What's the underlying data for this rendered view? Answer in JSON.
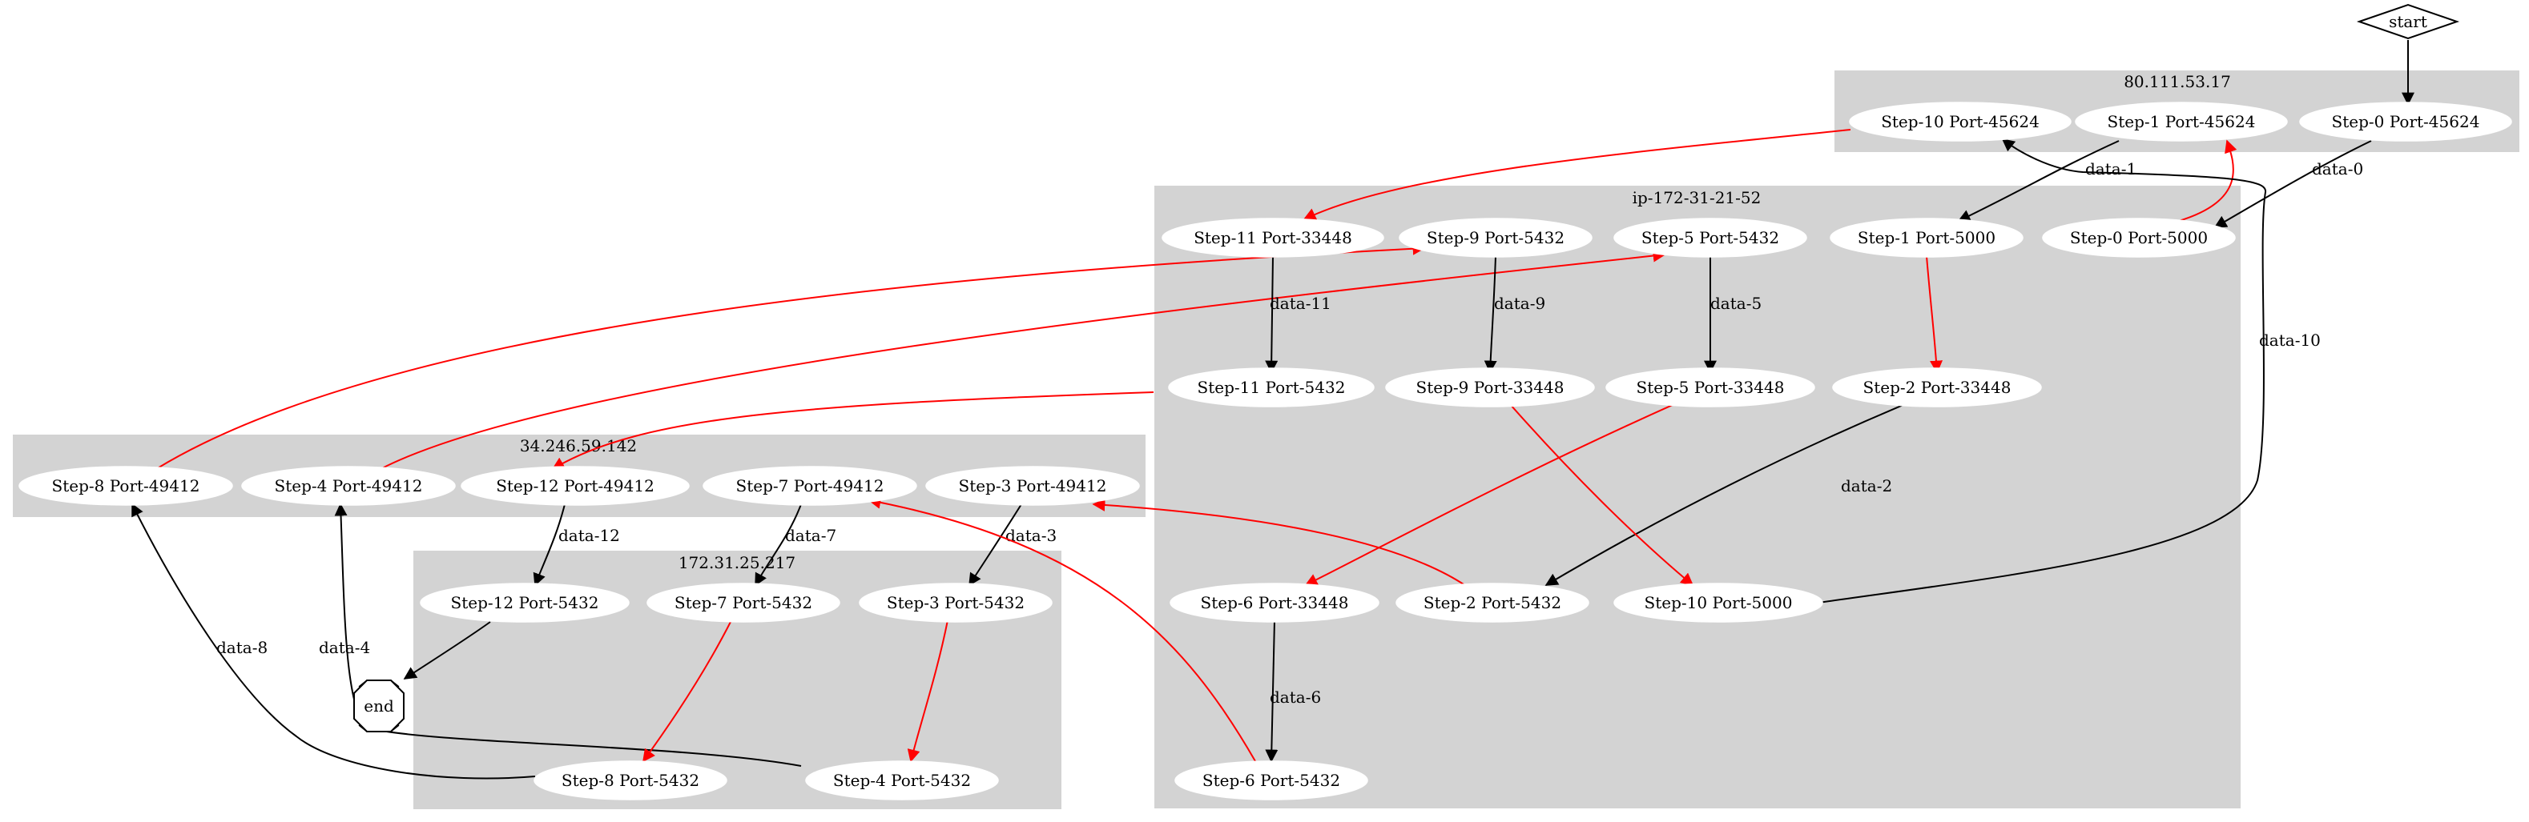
{
  "colors": {
    "background": "#ffffff",
    "cluster": "#d3d3d3",
    "edge_black": "#000000",
    "edge_red": "#ff0000"
  },
  "clusters": [
    {
      "id": "c80",
      "label": "80.111.53.17"
    },
    {
      "id": "cip",
      "label": "ip-172-31-21-52"
    },
    {
      "id": "c34",
      "label": "34.246.59.142"
    },
    {
      "id": "c172",
      "label": "172.31.25.217"
    }
  ],
  "nodes": [
    {
      "id": "start",
      "label": "start",
      "shape": "diamond"
    },
    {
      "id": "end",
      "label": "end",
      "shape": "octagon"
    },
    {
      "id": "s10p45624",
      "label": "Step-10 Port-45624"
    },
    {
      "id": "s1p45624",
      "label": "Step-1 Port-45624"
    },
    {
      "id": "s0p45624",
      "label": "Step-0 Port-45624"
    },
    {
      "id": "s11p33448",
      "label": "Step-11 Port-33448"
    },
    {
      "id": "s9p5432",
      "label": "Step-9 Port-5432"
    },
    {
      "id": "s5p5432",
      "label": "Step-5 Port-5432"
    },
    {
      "id": "s1p5000",
      "label": "Step-1 Port-5000"
    },
    {
      "id": "s0p5000",
      "label": "Step-0 Port-5000"
    },
    {
      "id": "s11p5432",
      "label": "Step-11 Port-5432"
    },
    {
      "id": "s9p33448",
      "label": "Step-9 Port-33448"
    },
    {
      "id": "s5p33448",
      "label": "Step-5 Port-33448"
    },
    {
      "id": "s2p33448",
      "label": "Step-2 Port-33448"
    },
    {
      "id": "s6p33448",
      "label": "Step-6 Port-33448"
    },
    {
      "id": "s2p5432",
      "label": "Step-2 Port-5432"
    },
    {
      "id": "s10p5000",
      "label": "Step-10 Port-5000"
    },
    {
      "id": "s6p5432",
      "label": "Step-6 Port-5432"
    },
    {
      "id": "s8p49412",
      "label": "Step-8 Port-49412"
    },
    {
      "id": "s4p49412",
      "label": "Step-4 Port-49412"
    },
    {
      "id": "s12p49412",
      "label": "Step-12 Port-49412"
    },
    {
      "id": "s7p49412",
      "label": "Step-7 Port-49412"
    },
    {
      "id": "s3p49412",
      "label": "Step-3 Port-49412"
    },
    {
      "id": "s12p5432",
      "label": "Step-12 Port-5432"
    },
    {
      "id": "s7p5432",
      "label": "Step-7 Port-5432"
    },
    {
      "id": "s3p5432",
      "label": "Step-3 Port-5432"
    },
    {
      "id": "s8p5432",
      "label": "Step-8 Port-5432"
    },
    {
      "id": "s4p5432",
      "label": "Step-4 Port-5432"
    }
  ],
  "edges": [
    {
      "id": "e-start",
      "from": "start",
      "to": "s0p45624",
      "label": "",
      "color": "black"
    },
    {
      "id": "e-data0",
      "from": "s0p45624",
      "to": "s0p5000",
      "label": "data-0",
      "color": "black"
    },
    {
      "id": "e-r0",
      "from": "s0p5000",
      "to": "s1p45624",
      "label": "",
      "color": "red"
    },
    {
      "id": "e-data1",
      "from": "s1p45624",
      "to": "s1p5000",
      "label": "data-1",
      "color": "black"
    },
    {
      "id": "e-r1",
      "from": "s1p5000",
      "to": "s2p33448",
      "label": "",
      "color": "red"
    },
    {
      "id": "e-data2",
      "from": "s2p33448",
      "to": "s2p5432",
      "label": "data-2",
      "color": "black"
    },
    {
      "id": "e-r2",
      "from": "s2p5432",
      "to": "s3p49412",
      "label": "",
      "color": "red"
    },
    {
      "id": "e-data3",
      "from": "s3p49412",
      "to": "s3p5432",
      "label": "data-3",
      "color": "black"
    },
    {
      "id": "e-r3",
      "from": "s3p5432",
      "to": "s4p5432",
      "label": "",
      "color": "red"
    },
    {
      "id": "e-data4",
      "from": "s4p5432",
      "to": "s4p49412",
      "label": "data-4",
      "color": "black"
    },
    {
      "id": "e-r4",
      "from": "s4p49412",
      "to": "s5p5432",
      "label": "",
      "color": "red"
    },
    {
      "id": "e-data5",
      "from": "s5p5432",
      "to": "s5p33448",
      "label": "data-5",
      "color": "black"
    },
    {
      "id": "e-r5",
      "from": "s5p33448",
      "to": "s6p33448",
      "label": "",
      "color": "red"
    },
    {
      "id": "e-data6",
      "from": "s6p33448",
      "to": "s6p5432",
      "label": "data-6",
      "color": "black"
    },
    {
      "id": "e-r6",
      "from": "s6p5432",
      "to": "s7p49412",
      "label": "",
      "color": "red"
    },
    {
      "id": "e-data7",
      "from": "s7p49412",
      "to": "s7p5432",
      "label": "data-7",
      "color": "black"
    },
    {
      "id": "e-r7",
      "from": "s7p5432",
      "to": "s8p5432",
      "label": "",
      "color": "red"
    },
    {
      "id": "e-data8",
      "from": "s8p5432",
      "to": "s8p49412",
      "label": "data-8",
      "color": "black"
    },
    {
      "id": "e-r8",
      "from": "s8p49412",
      "to": "s9p5432",
      "label": "",
      "color": "red"
    },
    {
      "id": "e-data9",
      "from": "s9p5432",
      "to": "s9p33448",
      "label": "data-9",
      "color": "black"
    },
    {
      "id": "e-r9",
      "from": "s9p33448",
      "to": "s10p5000",
      "label": "",
      "color": "red"
    },
    {
      "id": "e-data10",
      "from": "s10p5000",
      "to": "s10p45624",
      "label": "data-10",
      "color": "black"
    },
    {
      "id": "e-r10",
      "from": "s10p45624",
      "to": "s11p33448",
      "label": "",
      "color": "red"
    },
    {
      "id": "e-data11",
      "from": "s11p33448",
      "to": "s11p5432",
      "label": "data-11",
      "color": "black"
    },
    {
      "id": "e-r11",
      "from": "s11p5432",
      "to": "s12p49412",
      "label": "",
      "color": "red"
    },
    {
      "id": "e-data12",
      "from": "s12p49412",
      "to": "s12p5432",
      "label": "data-12",
      "color": "black"
    },
    {
      "id": "e-end",
      "from": "s12p5432",
      "to": "end",
      "label": "",
      "color": "black"
    }
  ]
}
